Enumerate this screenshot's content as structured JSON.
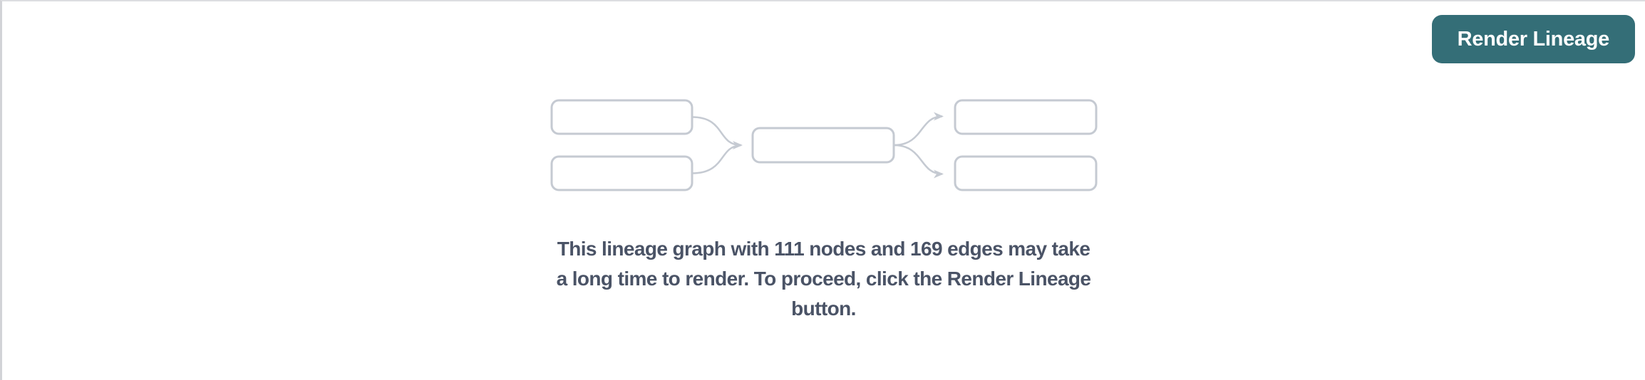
{
  "panel": {
    "background": "#ffffff",
    "top_border_color": "#dcdde1",
    "left_border_color": "#d2d3d7"
  },
  "header": {
    "render_button_label": "Render Lineage",
    "button_bg": "#346e77",
    "button_text_color": "#ffffff"
  },
  "graphic": {
    "kind": "lineage-placeholder-diagram",
    "node_stroke_color": "#c5cad2",
    "node_fill_color": "#ffffff",
    "edge_color": "#c5cad2"
  },
  "message": {
    "full_text": "This lineage graph with 111 nodes and 169 edges may take a long time to render. To proceed, click the Render Lineage button.",
    "lines": [
      "This lineage graph with 111 nodes and 169 edges may take",
      "a long time to render. To proceed, click the Render Lineage",
      "button."
    ],
    "node_count": "111",
    "edge_count": "169",
    "text_color": "#4a5366"
  }
}
